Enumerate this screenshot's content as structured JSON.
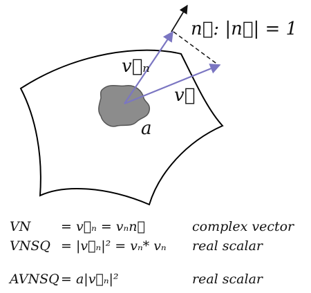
{
  "diagram": {
    "normal_label": "n⃗:  |n⃗| = 1",
    "vn_label": "v⃗ₙ",
    "v_label": "v⃗",
    "area_label": "a",
    "colors": {
      "arrow": "#7b76c2",
      "patch_fill": "#8c8c8c",
      "patch_stroke": "#555555",
      "surface_stroke": "#000000"
    }
  },
  "equations": [
    {
      "lhs": "VN",
      "eq": "=  v⃗ₙ = vₙn⃗",
      "type": "complex vector"
    },
    {
      "lhs": "VNSQ",
      "eq": "= |v⃗ₙ|² = vₙ* vₙ",
      "type": "real scalar"
    },
    {
      "lhs": "AVNSQ",
      "eq": "= a|v⃗ₙ|²",
      "type": "real scalar"
    }
  ]
}
